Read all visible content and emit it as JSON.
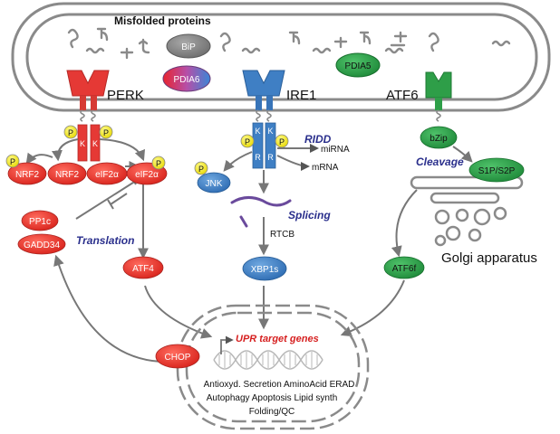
{
  "er": {
    "title": "Misfolded proteins"
  },
  "chaperones": {
    "bip": "BiP",
    "pdia6": "PDIA6",
    "pdia5": "PDIA5"
  },
  "sensors": {
    "perk": "PERK",
    "ire1": "IRE1",
    "atf6": "ATF6"
  },
  "perk_branch": {
    "phospho": "P",
    "kinase": "K",
    "nrf2_p": "NRF2",
    "nrf2": "NRF2",
    "eif2a": "eIF2α",
    "eif2a_p": "eIF2α",
    "pp1c": "PP1c",
    "gadd34": "GADD34",
    "translation": "Translation",
    "atf4": "ATF4",
    "chop": "CHOP"
  },
  "ire1_branch": {
    "phospho": "P",
    "kinase": "K",
    "rnase": "R",
    "ridd": "RIDD",
    "mirna": "miRNA",
    "mrna": "mRNA",
    "jnk": "JNK",
    "splicing": "Splicing",
    "rtcb": "RTCB",
    "xbp1s": "XBP1s"
  },
  "atf6_branch": {
    "bzip": "bZip",
    "cleavage": "Cleavage",
    "s1p_s2p": "S1P/S2P",
    "golgi": "Golgi apparatus",
    "atf6f": "ATF6f"
  },
  "nucleus": {
    "target_title": "UPR target genes",
    "line1": "Antioxyd. Secretion  AminoAcid  ERAD",
    "line2": "Autophagy  Apoptosis  Lipid synth",
    "line3": "Folding/QC"
  },
  "colors": {
    "perk_red": "#e53935",
    "ire1_blue": "#3f7fc4",
    "atf6_green": "#2e9e48",
    "phospho_yellow": "#f2ea1c",
    "italic_blue": "#2a2f8c",
    "upr_red": "#d62020"
  }
}
